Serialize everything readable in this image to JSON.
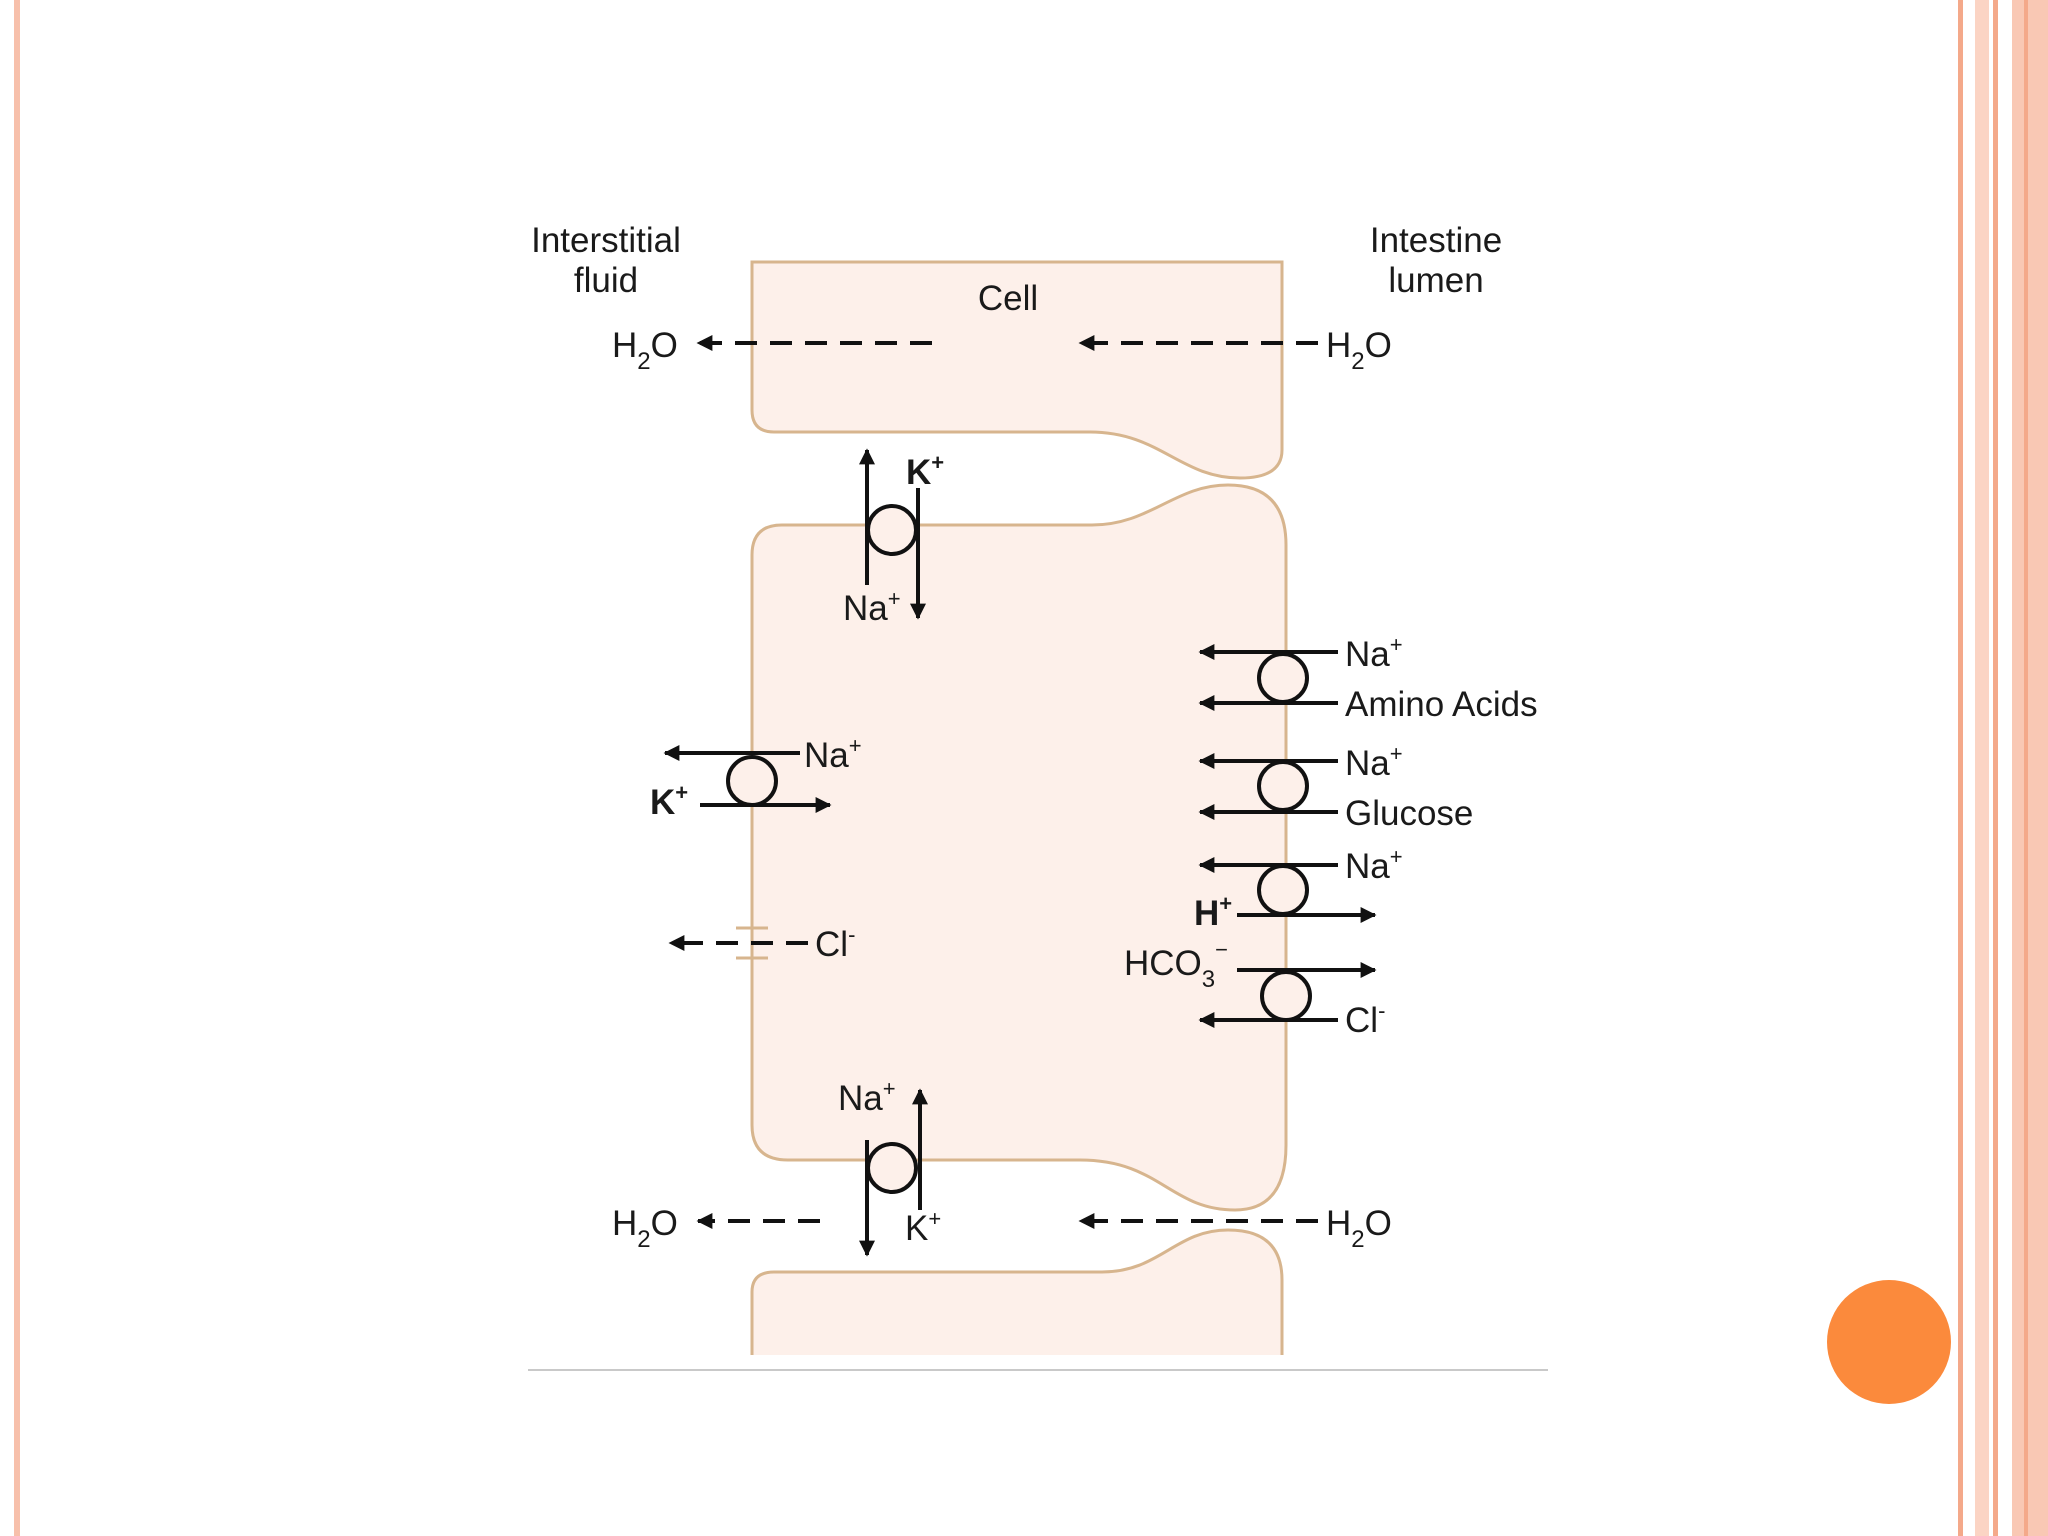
{
  "colors": {
    "frame_outer": "#f4a98a",
    "frame_inner": "#fbd4c4",
    "accent_circle": "#fb8a3c",
    "cell_fill": "#fdf0ea",
    "cell_stroke": "#d7b58e",
    "ink": "#111111"
  },
  "labels": {
    "interstitial_line1": "Interstitial",
    "interstitial_line2": "fluid",
    "lumen_line1": "Intestine",
    "lumen_line2": "lumen",
    "cell": "Cell",
    "h2o_h": "H",
    "h2o_2": "2",
    "h2o_o": "O",
    "k": "K",
    "na": "Na",
    "plus": "+",
    "amino_acids": "Amino Acids",
    "glucose": "Glucose",
    "h": "H",
    "hco3_main": "HCO",
    "hco3_sub": "3",
    "hco3_sup": "−",
    "cl": "Cl",
    "cl_sup": "-"
  }
}
